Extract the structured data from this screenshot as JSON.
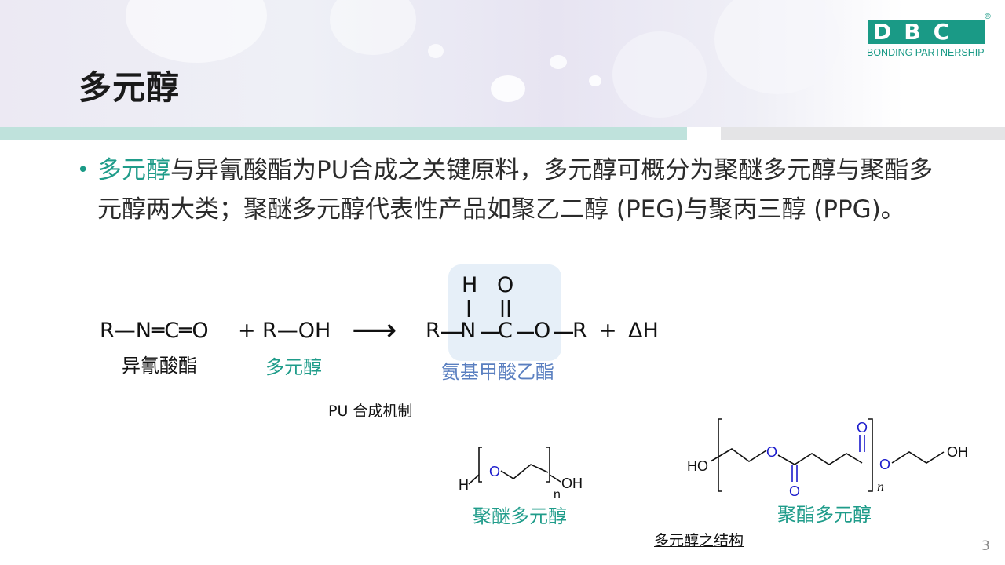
{
  "slide": {
    "title": "多元醇",
    "page_number": "3"
  },
  "logo": {
    "letters": "DBC",
    "registered_mark": "®",
    "tagline": "BONDING PARTNERSHIP"
  },
  "body": {
    "highlight": "多元醇",
    "text": "与异氰酸酯为PU合成之关键原料，多元醇可概分为聚醚多元醇与聚酯多元醇两大类；聚醚多元醇代表性产品如聚乙二醇  (PEG)与聚丙三醇 (PPG)。"
  },
  "reaction": {
    "reactant1": "R—N═C═O",
    "plus1": "+",
    "reactant2": "R—OH",
    "arrow": "⟶",
    "product_R1": "R",
    "product_N": "N",
    "product_C": "C",
    "product_O": "O",
    "product_R2": "R",
    "product_H": "H",
    "product_carbonyl_O": "O",
    "plus2": "+",
    "heat": "ΔH",
    "label_isocyanate": "异氰酸酯",
    "label_polyol": "多元醇",
    "label_carbamate": "氨基甲酸乙酯",
    "caption": "PU 合成机制"
  },
  "structures": {
    "polyether_label": "聚醚多元醇",
    "polyester_label": "聚酯多元醇",
    "caption": "多元醇之结构",
    "polyether": {
      "H_left": "H",
      "O_chain": "O",
      "n": "n",
      "OH": "OH"
    },
    "polyester": {
      "HO": "HO",
      "O1": "O",
      "O2": "O",
      "O3": "O",
      "O4": "O",
      "n": "n",
      "OH": "OH"
    }
  },
  "colors": {
    "accent_teal": "#1f9c8a",
    "carbamate_blue": "#5a7fc0",
    "structure_blue": "#1a1acc"
  }
}
